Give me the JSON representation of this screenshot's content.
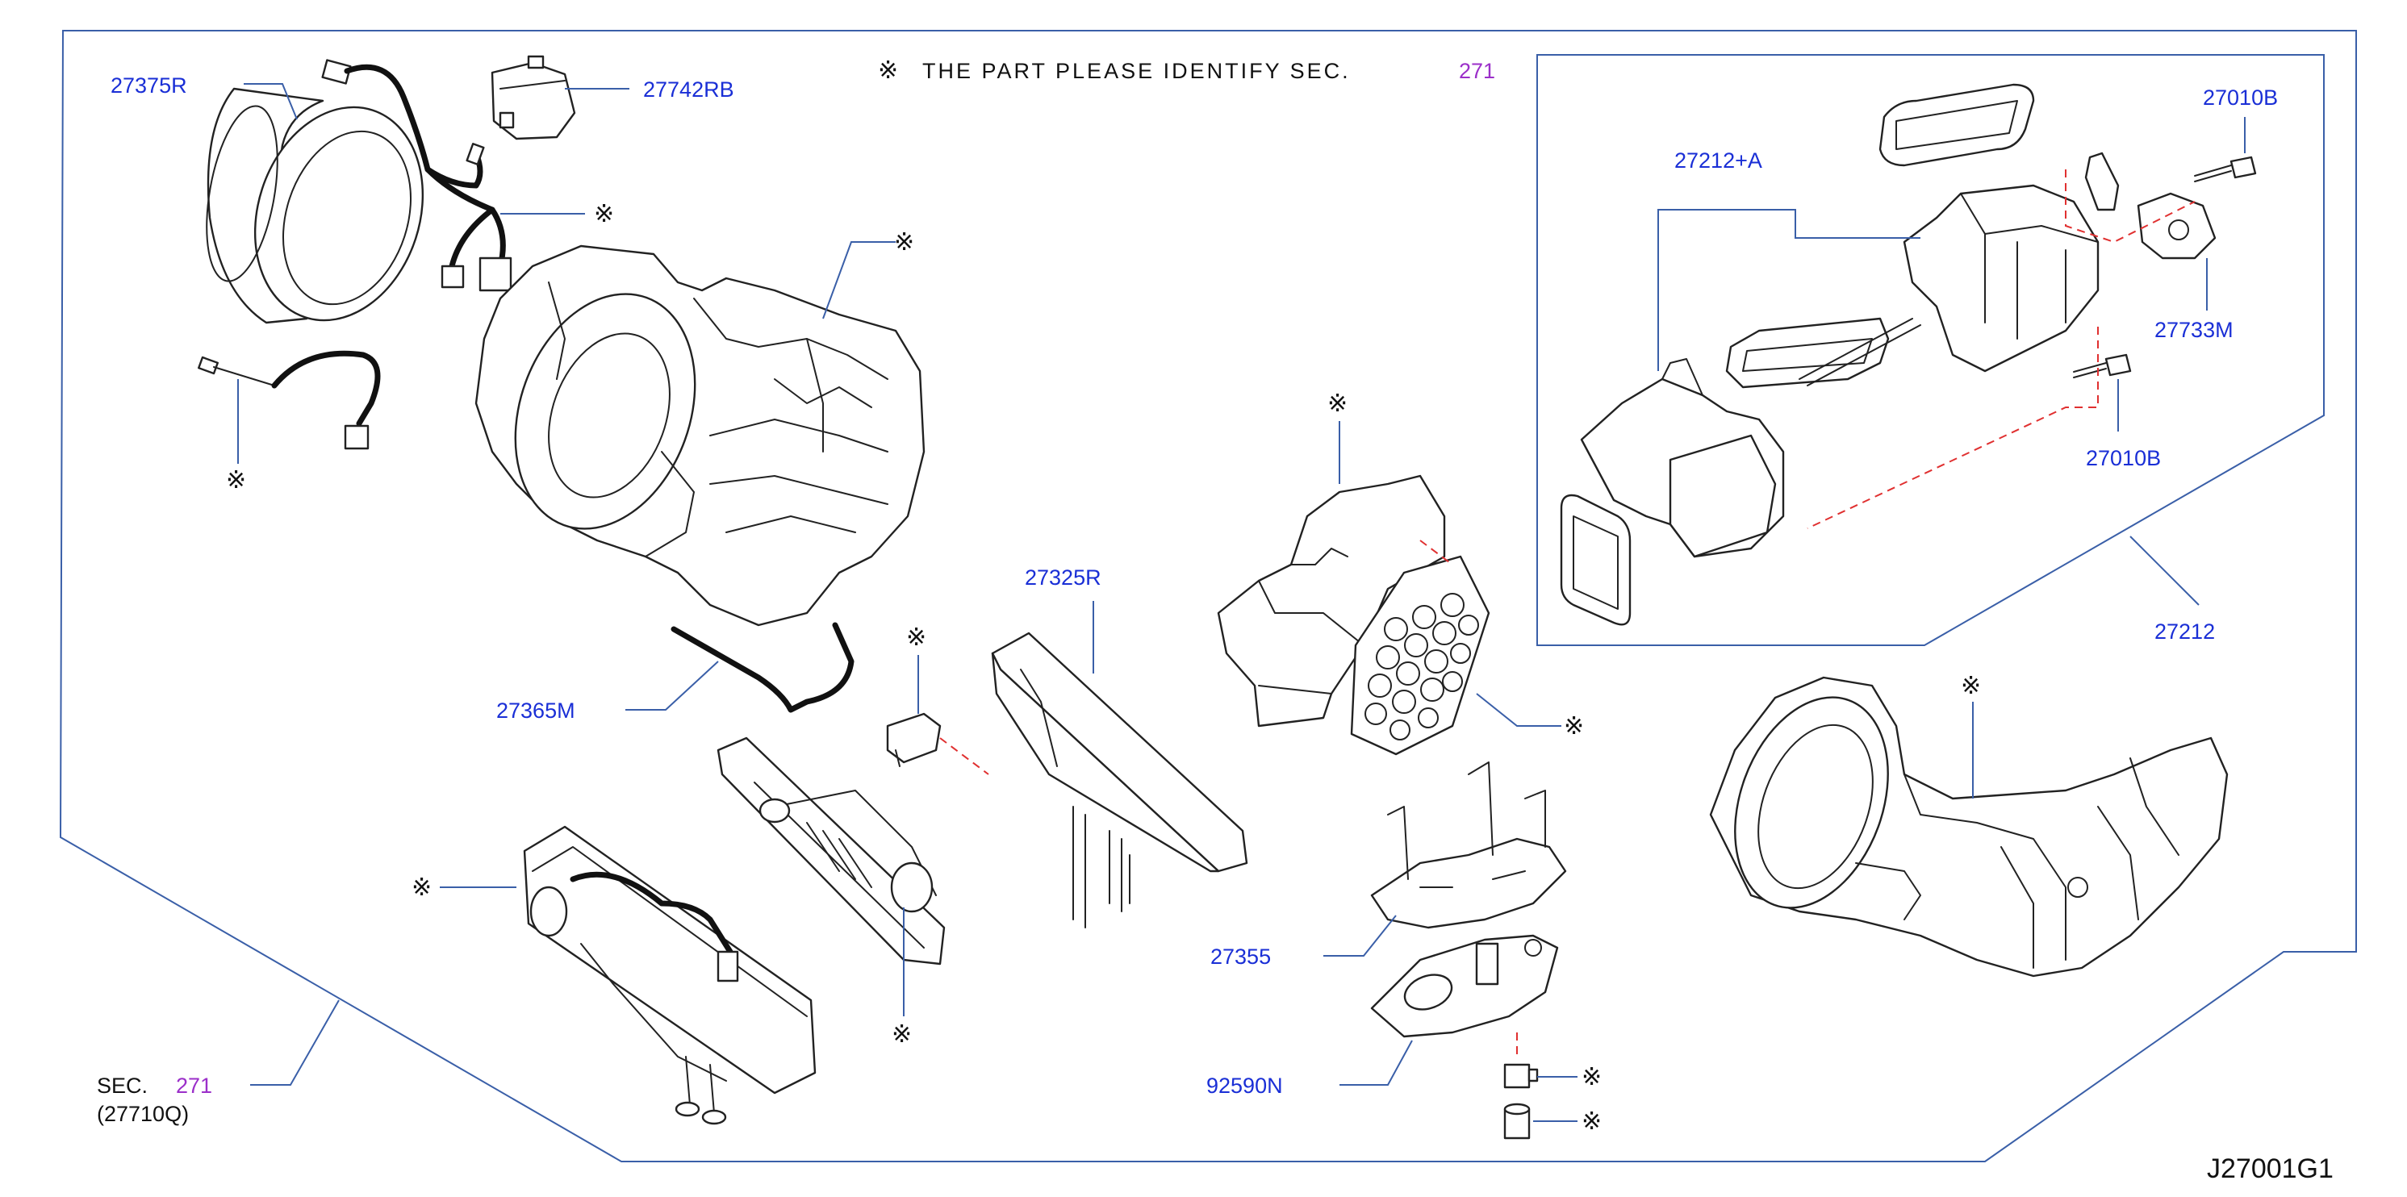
{
  "note": {
    "symbol": "※",
    "text": "THE PART PLEASE IDENTIFY SEC.",
    "sec_number": "271"
  },
  "labels": {
    "p27375R": "27375R",
    "p27742RB": "27742RB",
    "p27365M": "27365M",
    "p27325R": "27325R",
    "p27355": "27355",
    "p92590N": "92590N",
    "p27212A": "27212+A",
    "p27010B_top": "27010B",
    "p27733M": "27733M",
    "p27010B_bottom": "27010B",
    "p27212": "27212"
  },
  "sec_ref": {
    "prefix": "SEC.",
    "number": "271",
    "sub": "(27710Q)"
  },
  "marks": {
    "symbol": "※"
  },
  "diagram_code": "J27001G1",
  "colors": {
    "label_blue": "#1a2fd6",
    "sec_purple": "#9b2fc9",
    "frame_blue": "#3a5fa8",
    "dash_red": "#e03030"
  }
}
